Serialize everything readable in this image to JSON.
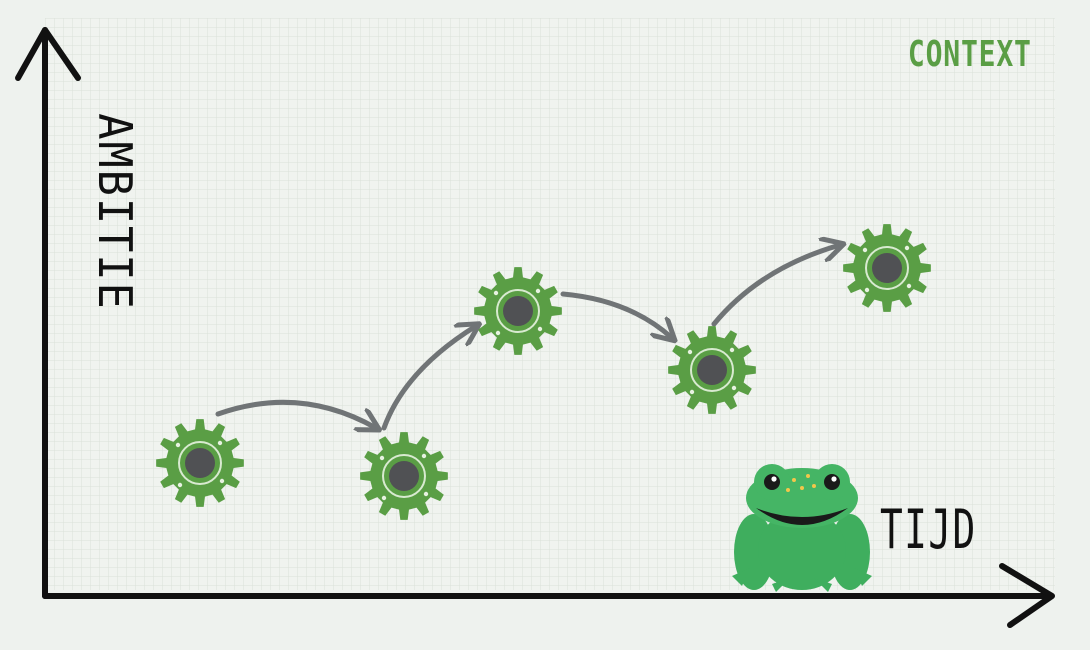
{
  "diagram": {
    "context_label": "CONTEXT",
    "y_axis_label": "AMBITIE",
    "x_axis_label": "TIJD",
    "colors": {
      "gear": "#5a9e45",
      "gear_center": "#505154",
      "arrow": "#707476",
      "axis": "#111111",
      "context_text": "#5a9e45",
      "frog": "#3fae5e",
      "grid_line": "#cfd6cf"
    },
    "nodes": [
      {
        "id": "gear-1",
        "icon": "gear-icon"
      },
      {
        "id": "gear-2",
        "icon": "gear-icon"
      },
      {
        "id": "gear-3",
        "icon": "gear-icon"
      },
      {
        "id": "gear-4",
        "icon": "gear-icon"
      },
      {
        "id": "gear-5",
        "icon": "gear-icon"
      }
    ],
    "edges": [
      {
        "from": "gear-1",
        "to": "gear-2"
      },
      {
        "from": "gear-2",
        "to": "gear-3"
      },
      {
        "from": "gear-3",
        "to": "gear-4"
      },
      {
        "from": "gear-4",
        "to": "gear-5"
      }
    ],
    "mascot": "frog-icon"
  }
}
